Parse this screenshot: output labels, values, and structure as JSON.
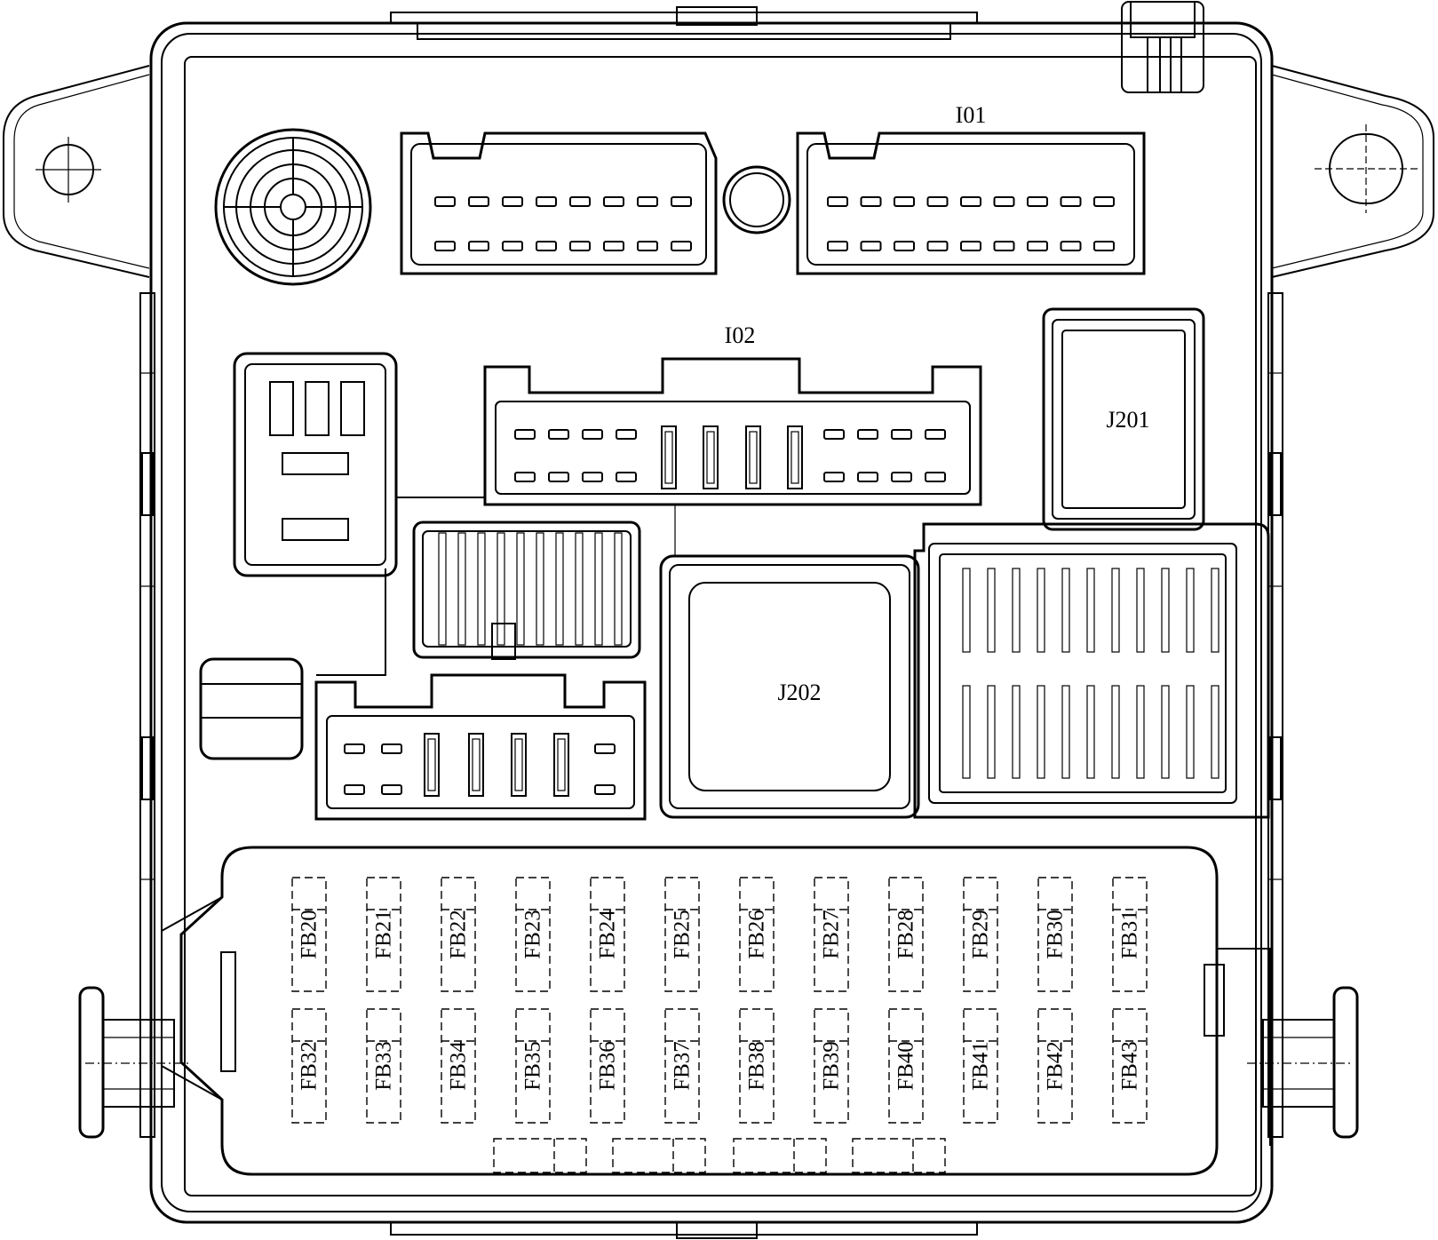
{
  "connectors": {
    "i01": "I01",
    "i02": "I02",
    "j201": "J201",
    "j202": "J202"
  },
  "fuses": {
    "top_row": [
      "FB20",
      "FB21",
      "FB22",
      "FB23",
      "FB24",
      "FB25",
      "FB26",
      "FB27",
      "FB28",
      "FB29",
      "FB30",
      "FB31"
    ],
    "bottom_row": [
      "FB32",
      "FB33",
      "FB34",
      "FB35",
      "FB36",
      "FB37",
      "FB38",
      "FB39",
      "FB40",
      "FB41",
      "FB42",
      "FB43"
    ]
  },
  "colors": {
    "line": "#000000",
    "background": "#ffffff"
  }
}
